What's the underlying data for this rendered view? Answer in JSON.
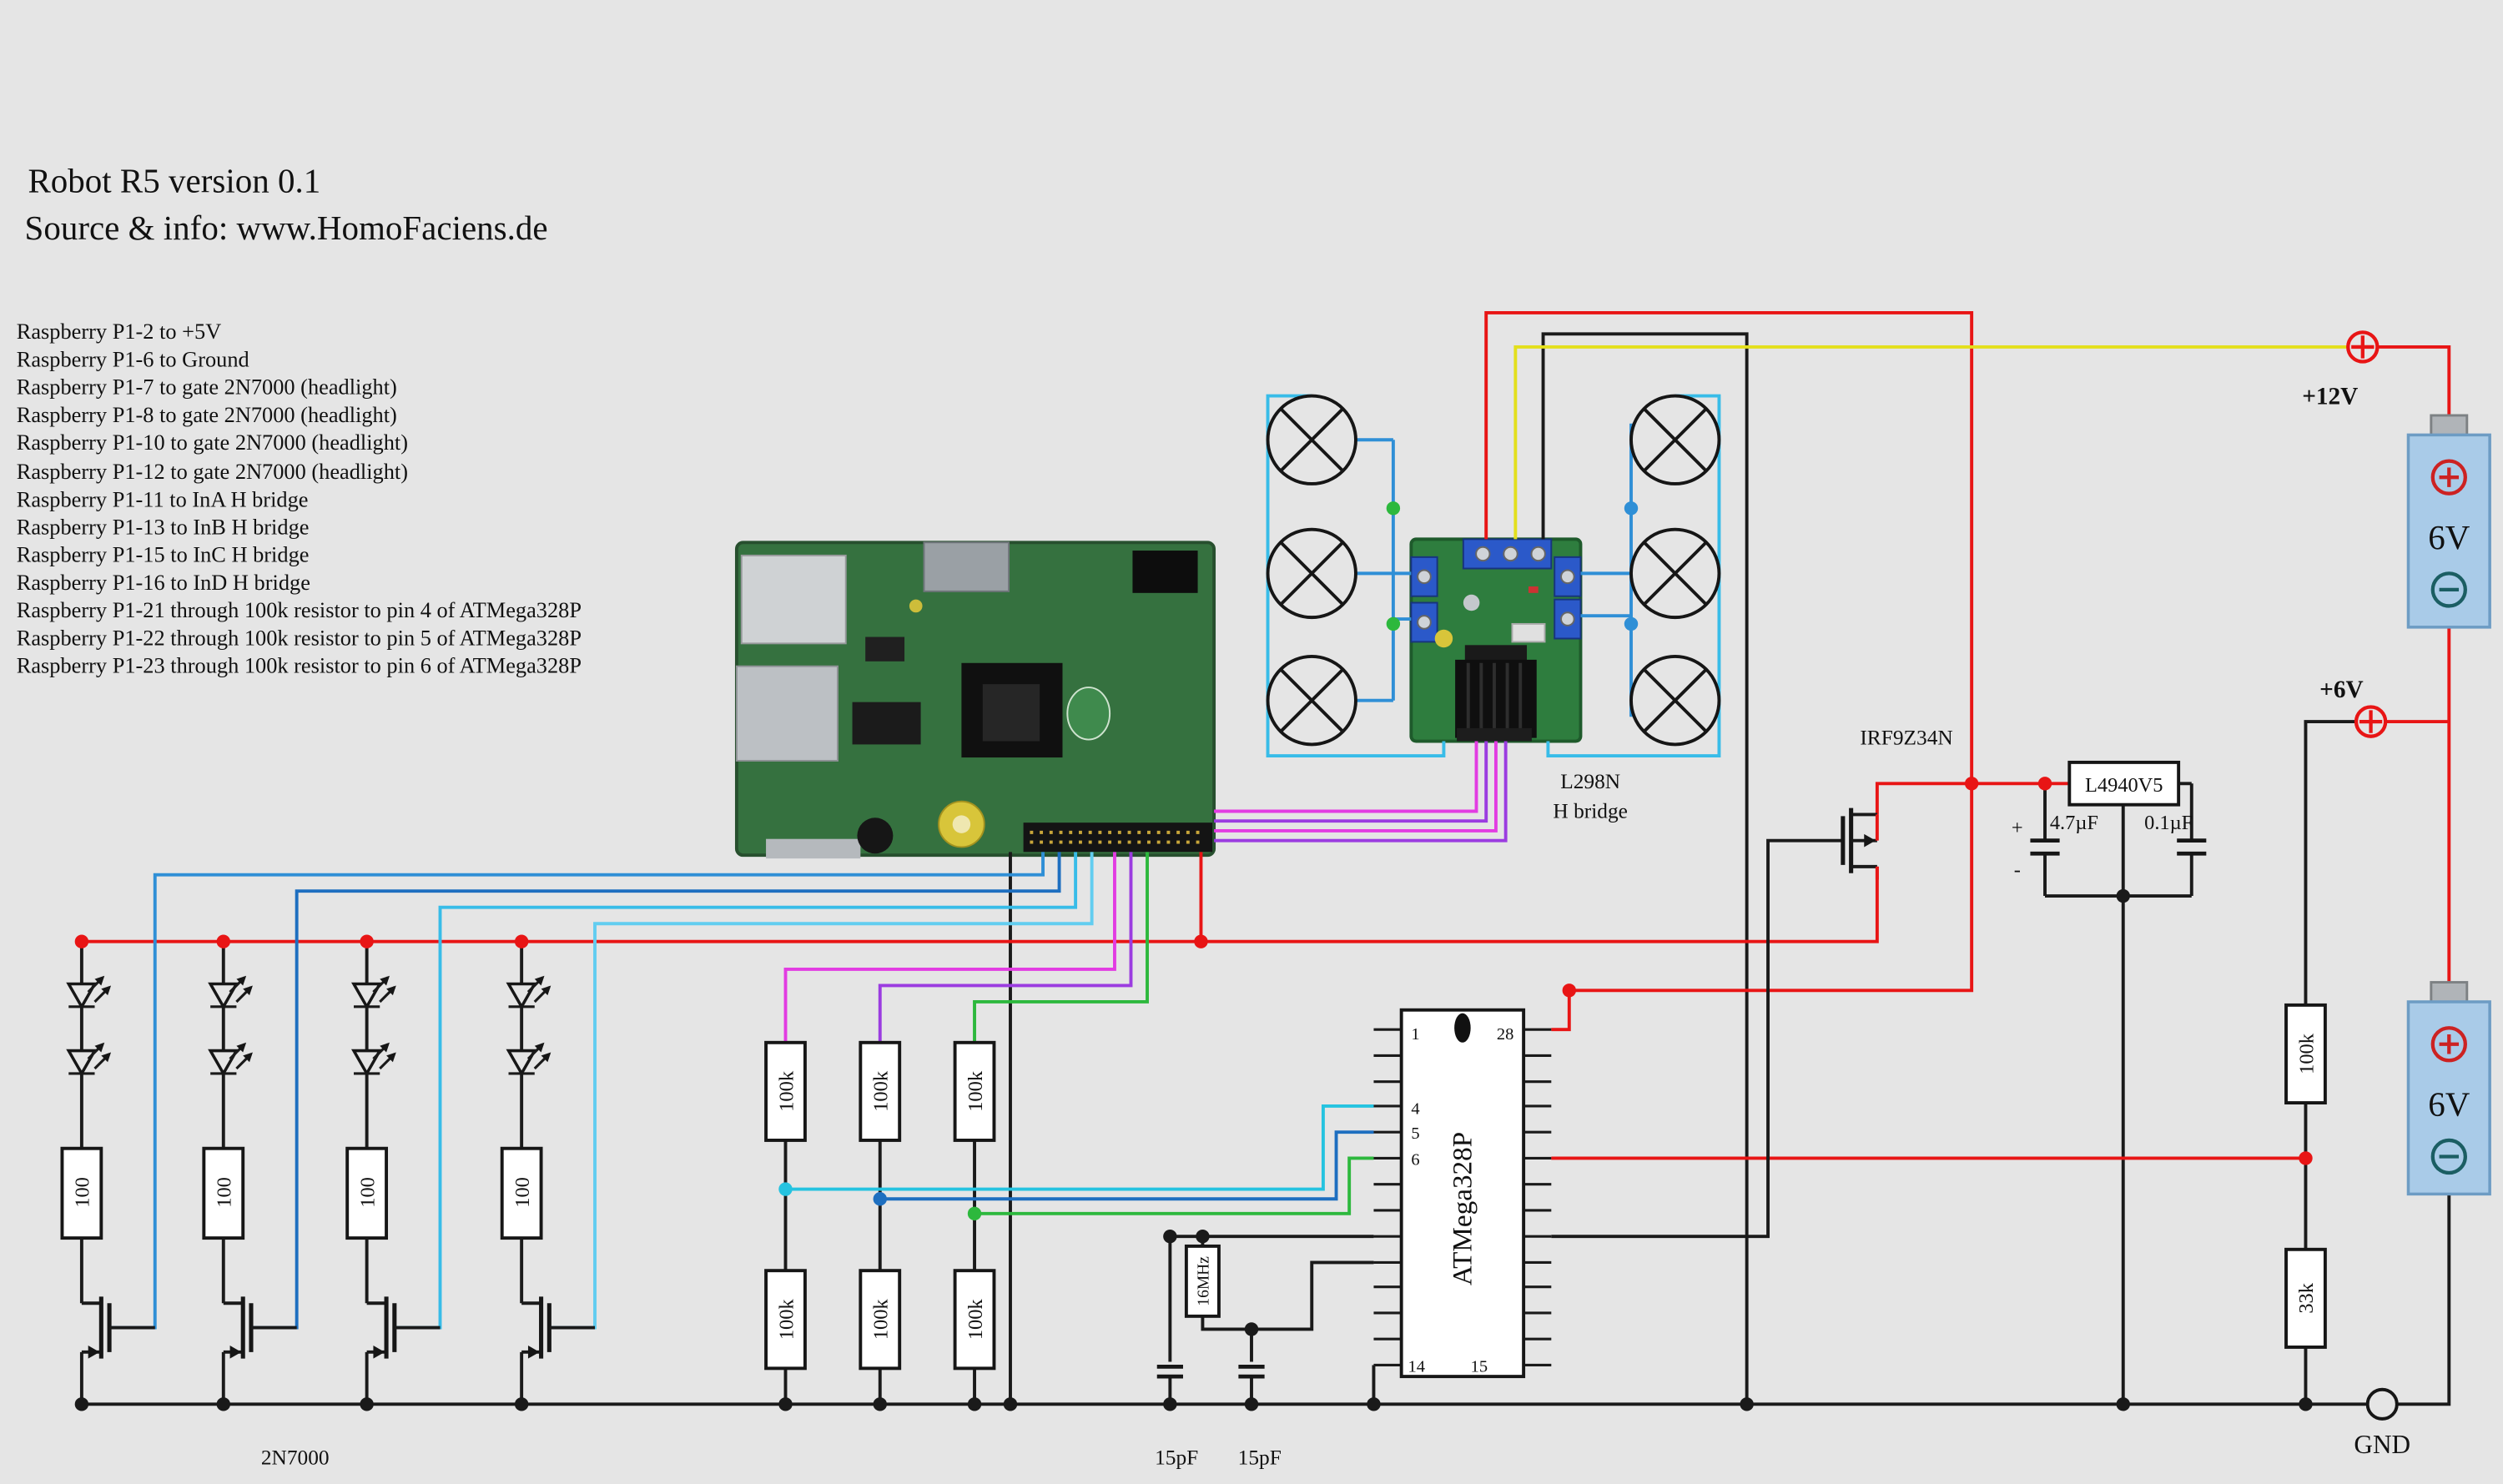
{
  "title": {
    "line1": "Robot R5 version 0.1",
    "line2": "Source & info: www.HomoFaciens.de"
  },
  "notes": [
    "Raspberry P1-2 to +5V",
    "Raspberry P1-6 to Ground",
    "Raspberry P1-7 to gate 2N7000 (headlight)",
    "Raspberry P1-8 to gate 2N7000 (headlight)",
    "Raspberry P1-10 to gate 2N7000 (headlight)",
    "Raspberry P1-12 to gate 2N7000 (headlight)",
    "Raspberry P1-11 to InA H bridge",
    "Raspberry P1-13 to InB H bridge",
    "Raspberry P1-15 to InC H bridge",
    "Raspberry P1-16 to InD H bridge",
    "Raspberry P1-21 through 100k resistor to pin 4 of ATMega328P",
    "Raspberry P1-22 through 100k resistor to pin 5 of ATMega328P",
    "Raspberry P1-23 through 100k resistor to pin 6 of ATMega328P"
  ],
  "hbridge": {
    "name": "L298N",
    "type": "H bridge"
  },
  "transistors": {
    "pfet": "IRF9Z34N",
    "nfet": "2N7000"
  },
  "regulator": {
    "name": "L4940V5",
    "cap_in": "4.7µF",
    "cap_in_plus": "+",
    "cap_in_minus": "-",
    "cap_out": "0.1µF"
  },
  "power": {
    "v12": "+12V",
    "v6": "+6V",
    "gnd": "GND",
    "battery": "6V"
  },
  "mcu": {
    "name": "ATMega328P",
    "pin1": "1",
    "pin28": "28",
    "pin4": "4",
    "pin5": "5",
    "pin6": "6",
    "pin14": "14",
    "pin15": "15",
    "crystal": "16MHz",
    "cap_a": "15pF",
    "cap_b": "15pF"
  },
  "resistors": {
    "headlight": "100",
    "r100k": "100k",
    "r33k": "33k"
  }
}
